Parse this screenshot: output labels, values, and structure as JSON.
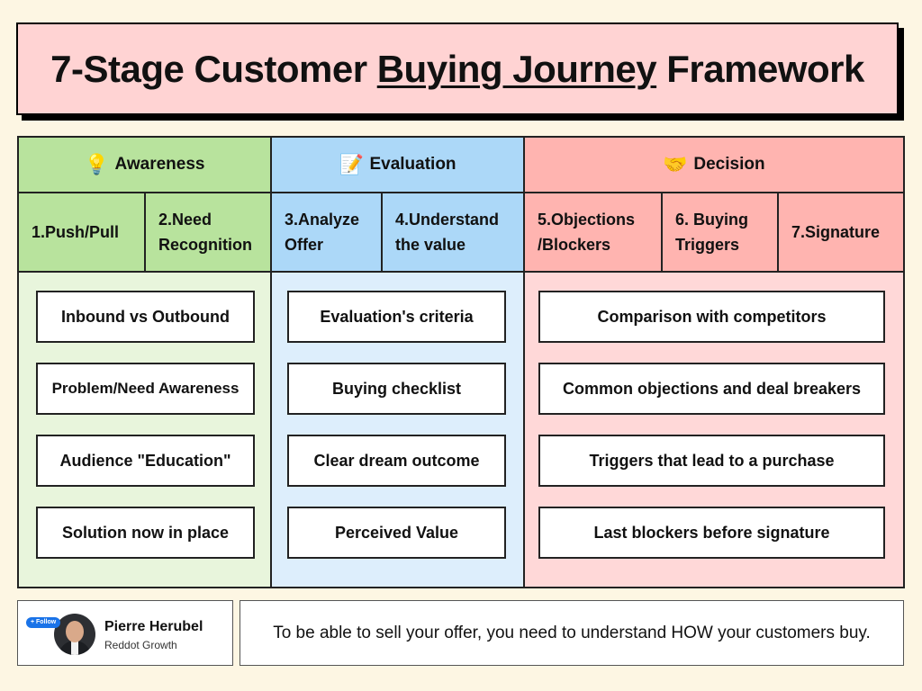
{
  "title": {
    "prefix": "7-Stage Customer ",
    "highlight": "Buying Journey",
    "suffix": " Framework"
  },
  "columns": {
    "awareness": {
      "label": "Awareness",
      "icon": "lightbulb-icon",
      "emoji": "💡",
      "color": "#b8e39d",
      "stages": [
        "1.Push/Pull",
        "2.Need\nRecognition"
      ],
      "cards": [
        "Inbound vs Outbound",
        "Problem/Need Awareness",
        "Audience \"Education\"",
        "Solution now in place"
      ]
    },
    "evaluation": {
      "label": "Evaluation",
      "icon": "memo-icon",
      "emoji": "📝",
      "color": "#acd8f8",
      "stages": [
        "3.Analyze\nOffer",
        "4.Understand\nthe value"
      ],
      "cards": [
        "Evaluation's criteria",
        "Buying checklist",
        "Clear dream outcome",
        "Perceived Value"
      ]
    },
    "decision": {
      "label": "Decision",
      "icon": "handshake-icon",
      "emoji": "🤝",
      "color": "#ffb4b0",
      "stages": [
        "5.Objections\n/Blockers",
        "6. Buying\nTriggers",
        "7.Signature"
      ],
      "cards": [
        "Comparison with competitors",
        "Common objections and deal breakers",
        "Triggers that lead to a purchase",
        "Last blockers before signature"
      ]
    }
  },
  "author": {
    "follow_label": "+ Follow",
    "name": "Pierre Herubel",
    "company": "Reddot Growth"
  },
  "quote": "To be able to sell your offer, you need to understand HOW your customers buy."
}
